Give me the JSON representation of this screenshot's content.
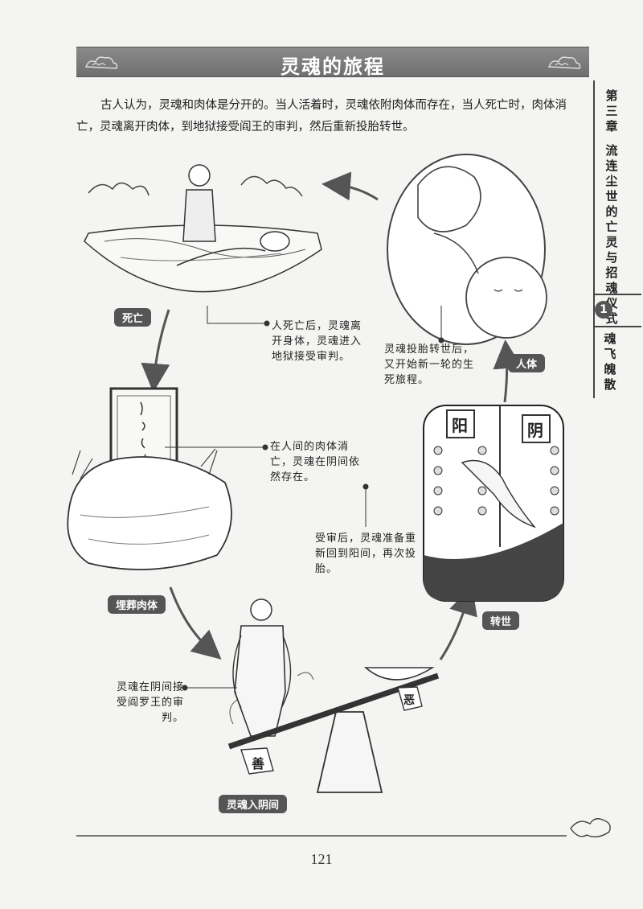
{
  "title": "灵魂的旅程",
  "intro": "古人认为，灵魂和肉体是分开的。当人活着时，灵魂依附肉体而存在，当人死亡时，肉体消亡，灵魂离开肉体，到地狱接受阎王的审判，然后重新投胎转世。",
  "side_tab": {
    "chapter": "第三章",
    "chapter_title": "流连尘世的亡灵与招魂仪式",
    "section_number": "1",
    "section_title": "魂飞魄散"
  },
  "stages": {
    "death": "死亡",
    "burial": "埋葬肉体",
    "underworld": "灵魂入阴间",
    "rebirth": "转世",
    "body": "人体"
  },
  "captions": {
    "death": "人死亡后，灵魂离开身体，灵魂进入地狱接受审判。",
    "burial": "在人间的肉体消亡，灵魂在阴间依然存在。",
    "underworld": "灵魂在阴间接受阎罗王的审判。",
    "rebirth": "受审后，灵魂准备重新回到阳间，再次投胎。",
    "body": "灵魂投胎转世后，又开始新一轮的生死旅程。"
  },
  "signs": {
    "yang": "阳",
    "yin": "阴",
    "good": "善",
    "evil": "恶"
  },
  "page_number": "121"
}
